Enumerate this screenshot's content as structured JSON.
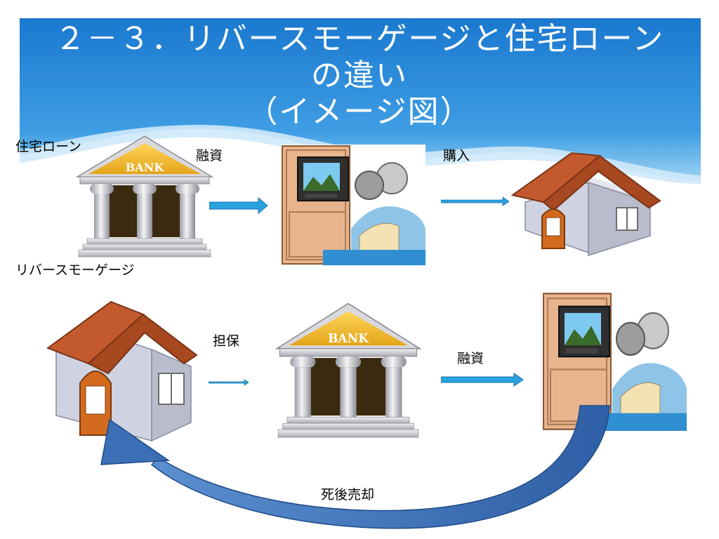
{
  "slide": {
    "title_line1": "２－３．リバースモーゲージと住宅ローン",
    "title_line2": "の違い",
    "title_line3": "（イメージ図）"
  },
  "rows": {
    "housing_loan": {
      "label": "住宅ローン",
      "arrow1_label": "融資",
      "arrow2_label": "購入"
    },
    "reverse_mortgage": {
      "label": "リバースモーゲージ",
      "arrow1_label": "担保",
      "arrow2_label": "融資",
      "return_label": "死後売却"
    }
  },
  "bank_sign": "BANK",
  "colors": {
    "header_top": "#1c7fd4",
    "header_bottom": "#7cc4ef",
    "arrow_fill": "#29a3e0",
    "curve_arrow": "#3b6fb6",
    "roof": "#b9502a",
    "bank_roof": "#f4bd2c"
  }
}
